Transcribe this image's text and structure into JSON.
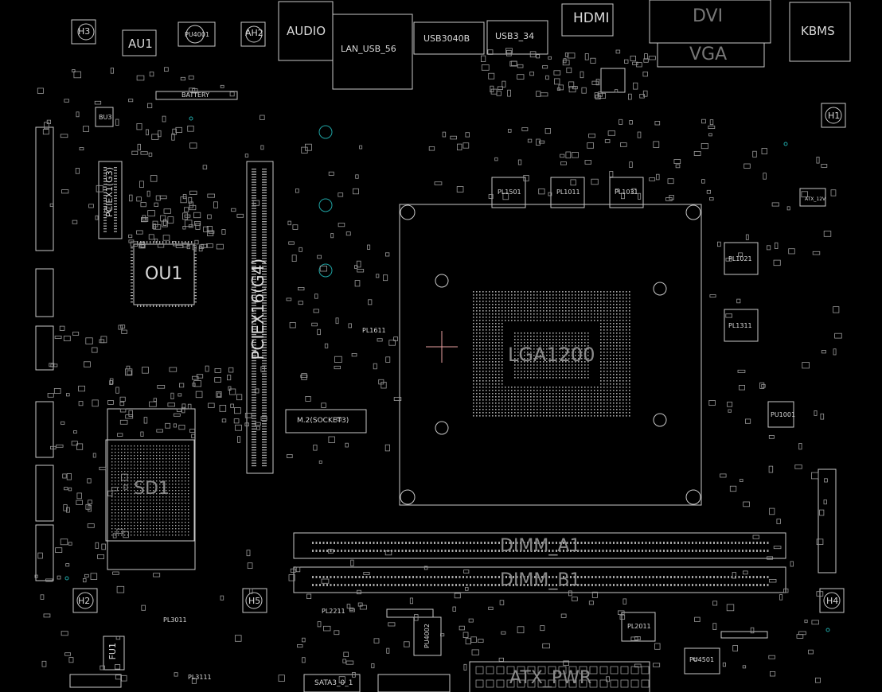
{
  "colors": {
    "background": "#000000",
    "outline": "#c8c8c8",
    "accent": "#1fa3a3",
    "crosshair": "#e8a0a0",
    "pads": "#b0b0b0"
  },
  "labels": {
    "h3": "H3",
    "au1": "AU1",
    "pu4001": "PU4001",
    "ah2": "AH2",
    "audio": "AUDIO",
    "lan_usb56": "LAN_USB_56",
    "usb3_0_4_8": "USB3040B",
    "usb3_3_4": "USB3_34",
    "hdmi": "HDMI",
    "dvi": "DVI",
    "vga": "VGA",
    "kbms": "KBMS",
    "battery": "BATTERY",
    "bu3": "BU3",
    "h1": "H1",
    "pciex1": "PCIEX1(G3)",
    "ou1": "OU1",
    "pciex16": "PCIEX16(G4)",
    "pl1501": "PL1501",
    "pl1011": "PL1011",
    "pl1031": "PL1031",
    "pl1021": "PL1021",
    "pl1311": "PL1311",
    "pl1611": "PL1611",
    "lga": "LGA1200",
    "m2": "M.2(SOCKET3)",
    "pu1001": "PU1001",
    "sd1": "SD1",
    "dimm_a1": "DIMM_A1",
    "dimm_b1": "DIMM_B1",
    "h2": "H2",
    "h5": "H5",
    "h4": "H4",
    "pl3011": "PL3011",
    "pl2211": "PL2211",
    "pl2011": "PL2011",
    "pu4002": "PU4002",
    "pu4501": "PU4501",
    "pl3111": "PL3111",
    "atx_pwr": "ATX_PWR",
    "sata": "SATA3_0_1",
    "atx12v": "ATX_12V",
    "fu1": "FU1"
  }
}
